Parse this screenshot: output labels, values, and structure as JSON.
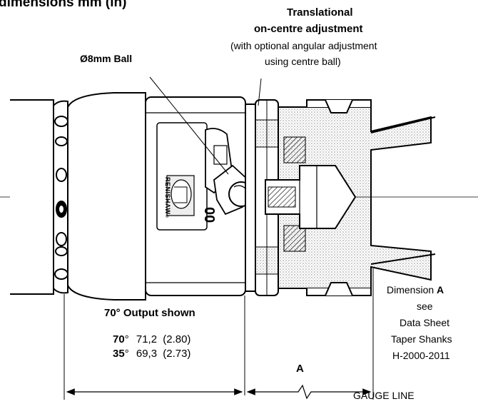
{
  "header": {
    "title": "dimensions mm (in)"
  },
  "callouts": {
    "translational_line1": "Translational",
    "translational_line2": "on-centre adjustment",
    "optional_line1": "(with optional angular adjustment",
    "optional_line2": "using centre ball)",
    "ball": "Ø8mm Ball"
  },
  "probe": {
    "brand": "RENISHAW",
    "registered": "®",
    "digits": "00"
  },
  "output_note": {
    "angle": "70°",
    "text": "Output shown"
  },
  "dimensions": [
    {
      "angle": "70",
      "deg": "°",
      "mm": "71,2",
      "in": "(2.80)"
    },
    {
      "angle": "35",
      "deg": "°",
      "mm": "69,3",
      "in": "(2.73)"
    }
  ],
  "dim_a": {
    "label": "A"
  },
  "side_note": {
    "line1_prefix": "Dimension ",
    "line1_bold": "A",
    "line2": "see",
    "line3": "Data Sheet",
    "line4": "Taper Shanks",
    "line5": "H-2000-2011"
  },
  "gauge_line": "GAUGE LINE",
  "colors": {
    "ink": "#000000",
    "stipple": "#9a9a9a",
    "background": "#ffffff"
  }
}
